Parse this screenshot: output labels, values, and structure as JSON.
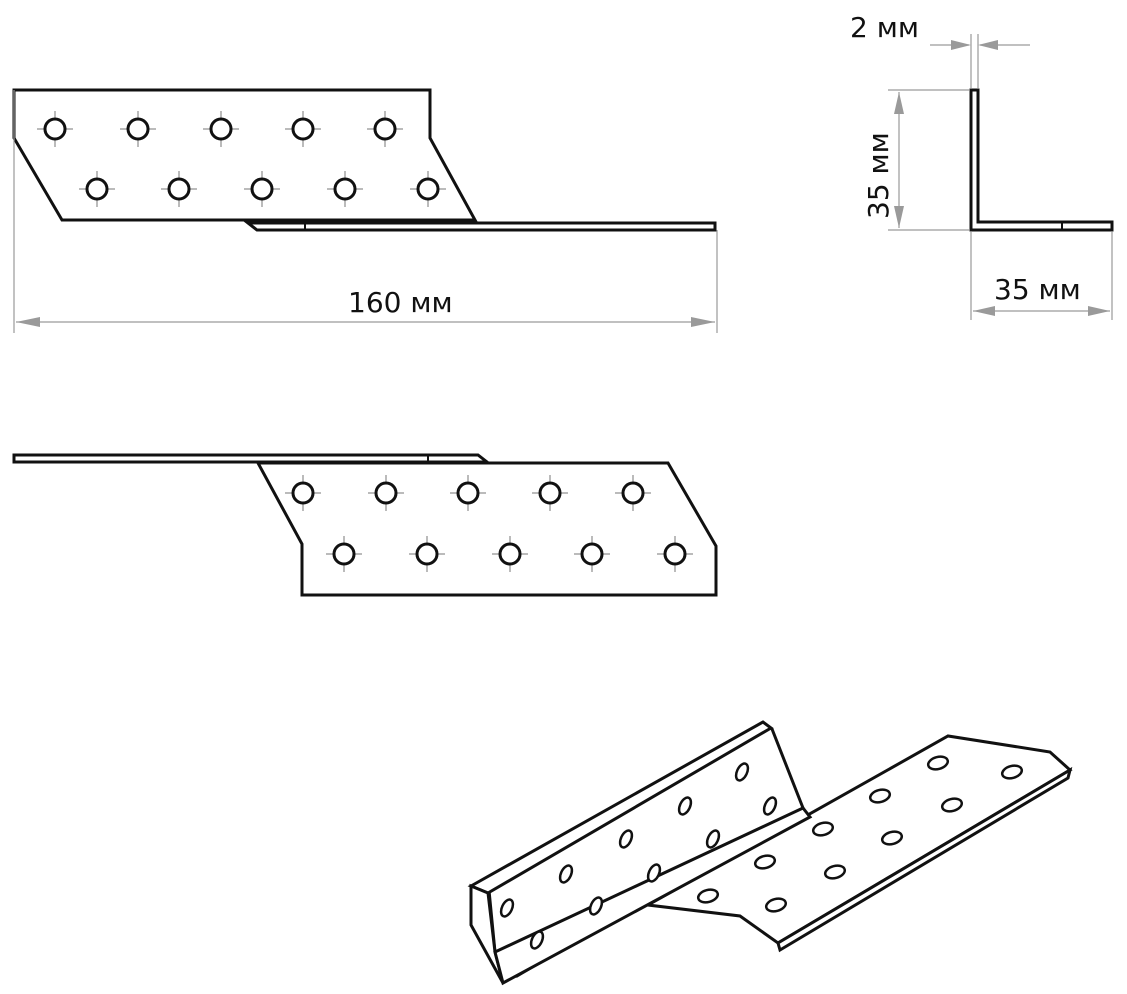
{
  "dimensions": {
    "length_label": "160 мм",
    "thickness_label": "2 мм",
    "height_label": "35 мм",
    "width_label": "35 мм"
  },
  "colors": {
    "line": "#111111",
    "dimension_line": "#9a9a9a",
    "background": "#ffffff"
  }
}
